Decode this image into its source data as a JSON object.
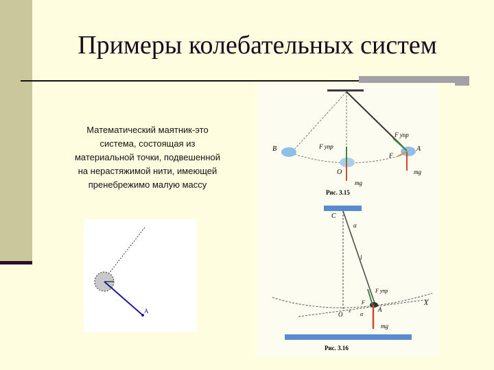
{
  "slide": {
    "title": "Примеры колебательных систем",
    "body_lines": [
      "Математический маятник-это",
      "система, состоящая из",
      "материальной точки, подвешенной",
      "на нерастяжимой нити, имеющей",
      "пренебрежимо малую массу"
    ]
  },
  "figure_small": {
    "label_a": "A"
  },
  "figure_315": {
    "caption": "Рис. 3.15",
    "labels": {
      "b": "B",
      "a": "A",
      "o": "O",
      "f_upr": "F упр",
      "f": "F",
      "mg": "mg"
    }
  },
  "figure_316": {
    "caption": "Рис. 3.16",
    "labels": {
      "c": "C",
      "alpha": "α",
      "l": "l",
      "f_upr": "F упр",
      "f": "F",
      "o": "O",
      "x": "x",
      "a": "A",
      "axis_x": "X",
      "mg": "mg"
    }
  },
  "colors": {
    "sidebar": "#c9c79b",
    "background": "#fffde0",
    "arrow_green": "#3a8a3a",
    "arrow_red": "#d04a2a",
    "vector_blue": "#1a1aa0"
  }
}
